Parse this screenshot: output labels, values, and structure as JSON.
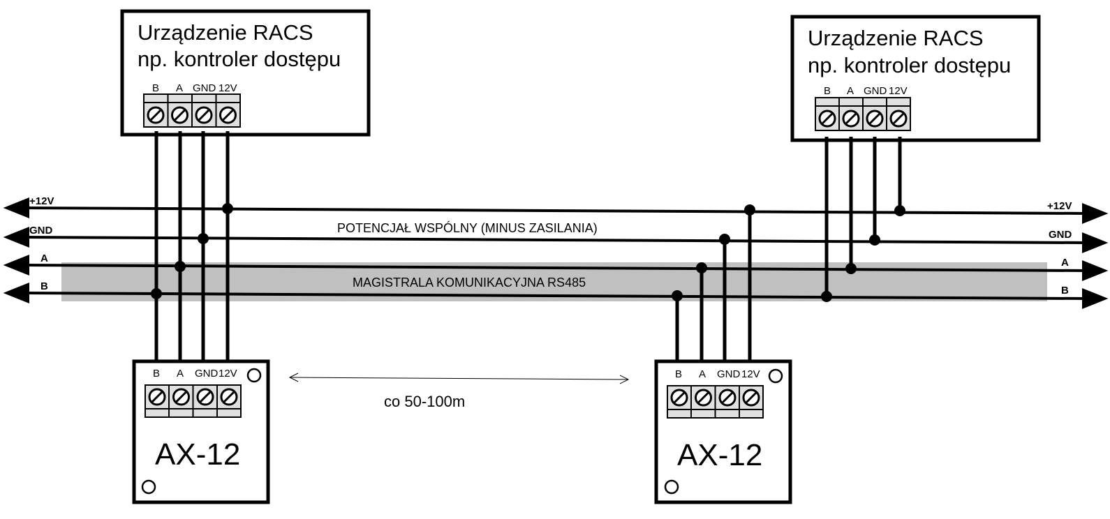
{
  "top_devices": [
    {
      "title_line1": "Urządzenie RACS",
      "title_line2": "np. kontroler dostępu",
      "terminals": [
        "B",
        "A",
        "GND",
        "12V"
      ]
    },
    {
      "title_line1": "Urządzenie RACS",
      "title_line2": "np. kontroler dostępu",
      "terminals": [
        "B",
        "A",
        "GND",
        "12V"
      ]
    }
  ],
  "bottom_devices": [
    {
      "model": "AX-12",
      "terminals": [
        "B",
        "A",
        "GND",
        "12V"
      ]
    },
    {
      "model": "AX-12",
      "terminals": [
        "B",
        "A",
        "GND",
        "12V"
      ]
    }
  ],
  "rails": {
    "left_labels": [
      "+12V",
      "GND",
      "A",
      "B"
    ],
    "right_labels": [
      "+12V",
      "GND",
      "A",
      "B"
    ]
  },
  "annotations": {
    "gnd_note": "POTENCJAŁ WSPÓLNY (MINUS ZASILANIA)",
    "bus_note": "MAGISTRALA KOMUNIKACYJNA RS485",
    "distance": "co 50-100m"
  },
  "colors": {
    "line": "#000000",
    "bus_band": "#c0c0c0",
    "terminal_block": "#e0e0e0"
  }
}
